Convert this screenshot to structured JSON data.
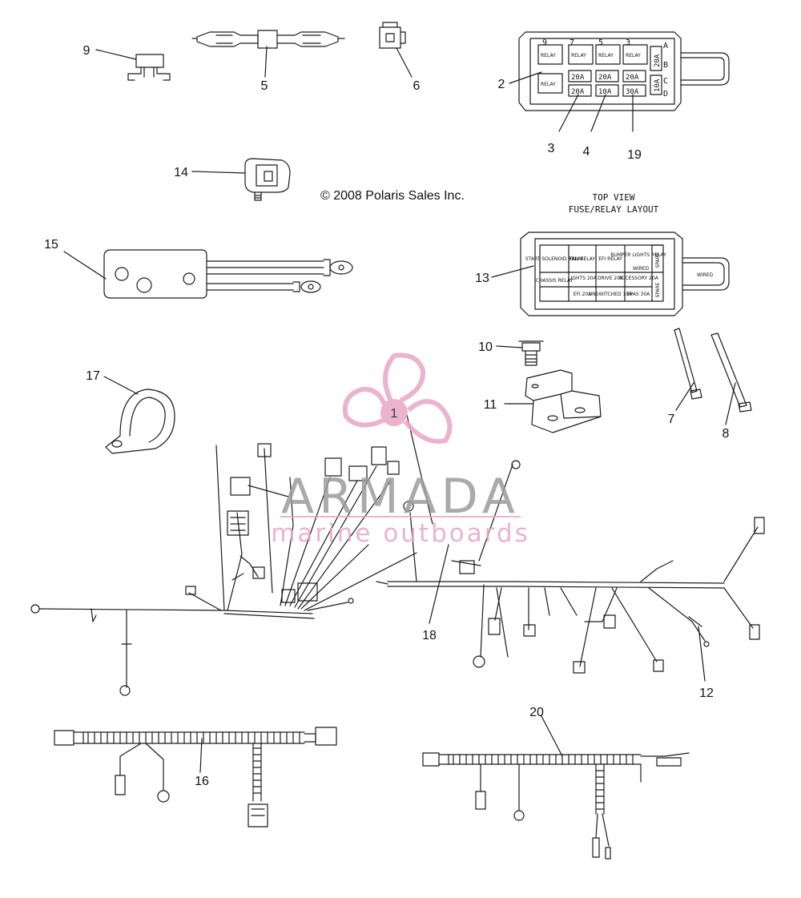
{
  "copyright": "© 2008 Polaris Sales Inc.",
  "top_view": {
    "line1": "TOP VIEW",
    "line2": "FUSE/RELAY LAYOUT"
  },
  "callouts": {
    "c1": "1",
    "c2": "2",
    "c3": "3",
    "c4": "4",
    "c5": "5",
    "c6": "6",
    "c7": "7",
    "c8": "8",
    "c9": "9",
    "c10": "10",
    "c11": "11",
    "c12": "12",
    "c13": "13",
    "c14": "14",
    "c15": "15",
    "c16": "16",
    "c17": "17",
    "c18": "18",
    "c19": "19",
    "c20": "20"
  },
  "fuse_box": {
    "top_numbers": [
      "9",
      "7",
      "5",
      "3"
    ],
    "side_letters": [
      "A",
      "B",
      "C",
      "D"
    ],
    "relay": "RELAY",
    "fuses_row1": [
      "20A",
      "20A",
      "20A"
    ],
    "fuses_row2": [
      "20A",
      "10A",
      "30A"
    ],
    "side_fuse_top": "20A",
    "side_fuse_bottom": "10A"
  },
  "layout_box": {
    "cells_row1": [
      "START SOLENOID RELAY",
      "FAN RELAY",
      "EFI RELAY",
      "BUMPER LIGHTS RELAY"
    ],
    "cells_row2": [
      "CHASSIS RELAY",
      "LIGHTS 20A",
      "DRIVE 20A",
      "ACCESSORY 20A"
    ],
    "cells_row3": [
      "EFI 20A",
      "UNSWITCHED 10A",
      "EPAS 30A"
    ],
    "spare": "SPARE",
    "wired": "WIRED"
  },
  "watermark": {
    "title": "ARMADA",
    "subtitle": "marine outboards"
  },
  "colors": {
    "line": "#1a1a1a",
    "watermark": "#e8a6c6",
    "watermark_text": "#9c9c9c"
  }
}
